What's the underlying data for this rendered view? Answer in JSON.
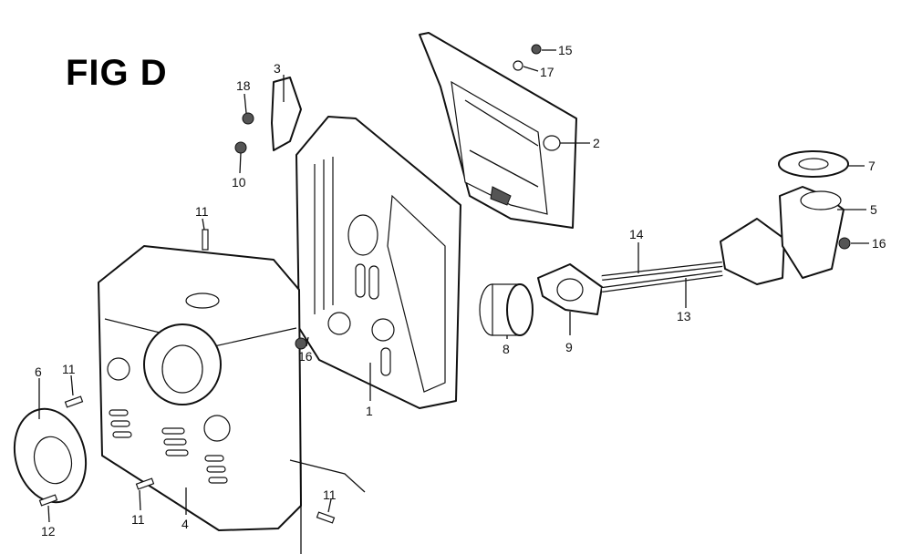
{
  "figure": {
    "title": "FIG D"
  },
  "callouts": {
    "c1": "1",
    "c2": "2",
    "c3": "3",
    "c4": "4",
    "c5": "5",
    "c6": "6",
    "c7": "7",
    "c8": "8",
    "c9": "9",
    "c10": "10",
    "c11a": "11",
    "c11b": "11",
    "c11c": "11",
    "c11d": "11",
    "c12": "12",
    "c13": "13",
    "c14": "14",
    "c15": "15",
    "c16a": "16",
    "c16b": "16",
    "c17": "17",
    "c18": "18"
  }
}
